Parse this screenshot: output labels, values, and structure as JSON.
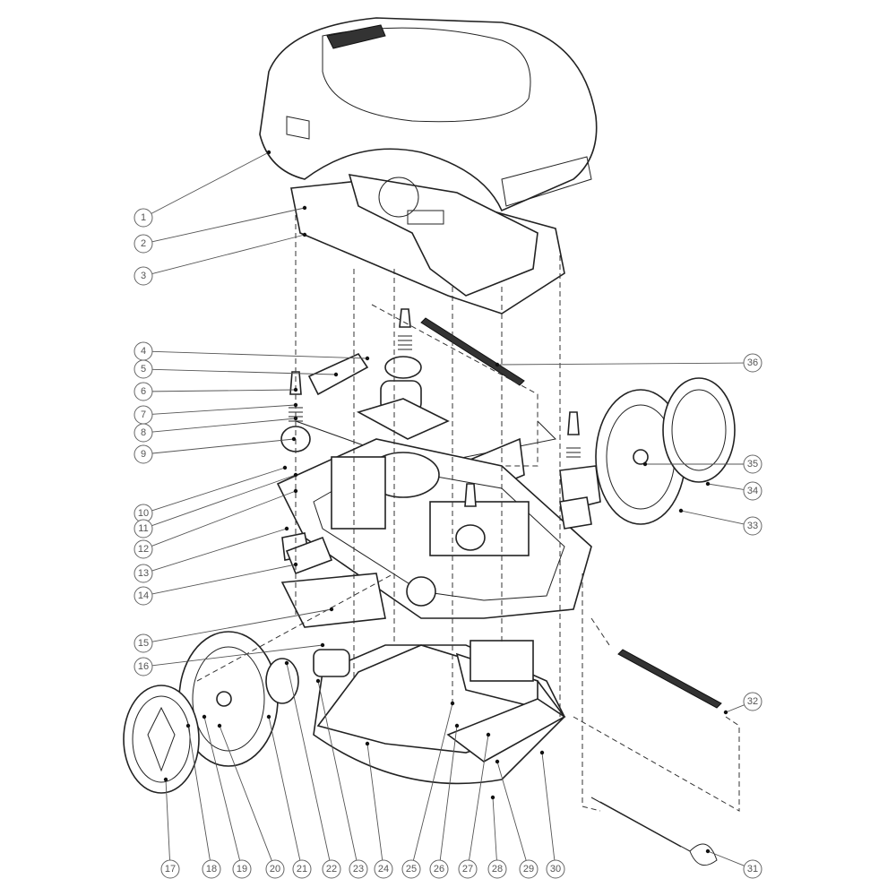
{
  "diagram": {
    "title": "",
    "callouts": [
      "1",
      "2",
      "3",
      "4",
      "5",
      "6",
      "7",
      "8",
      "9",
      "10",
      "11",
      "12",
      "13",
      "14",
      "15",
      "16",
      "17",
      "18",
      "19",
      "20",
      "21",
      "22",
      "23",
      "24",
      "25",
      "26",
      "27",
      "28",
      "29",
      "30",
      "31",
      "32",
      "33",
      "34",
      "35",
      "36"
    ]
  }
}
